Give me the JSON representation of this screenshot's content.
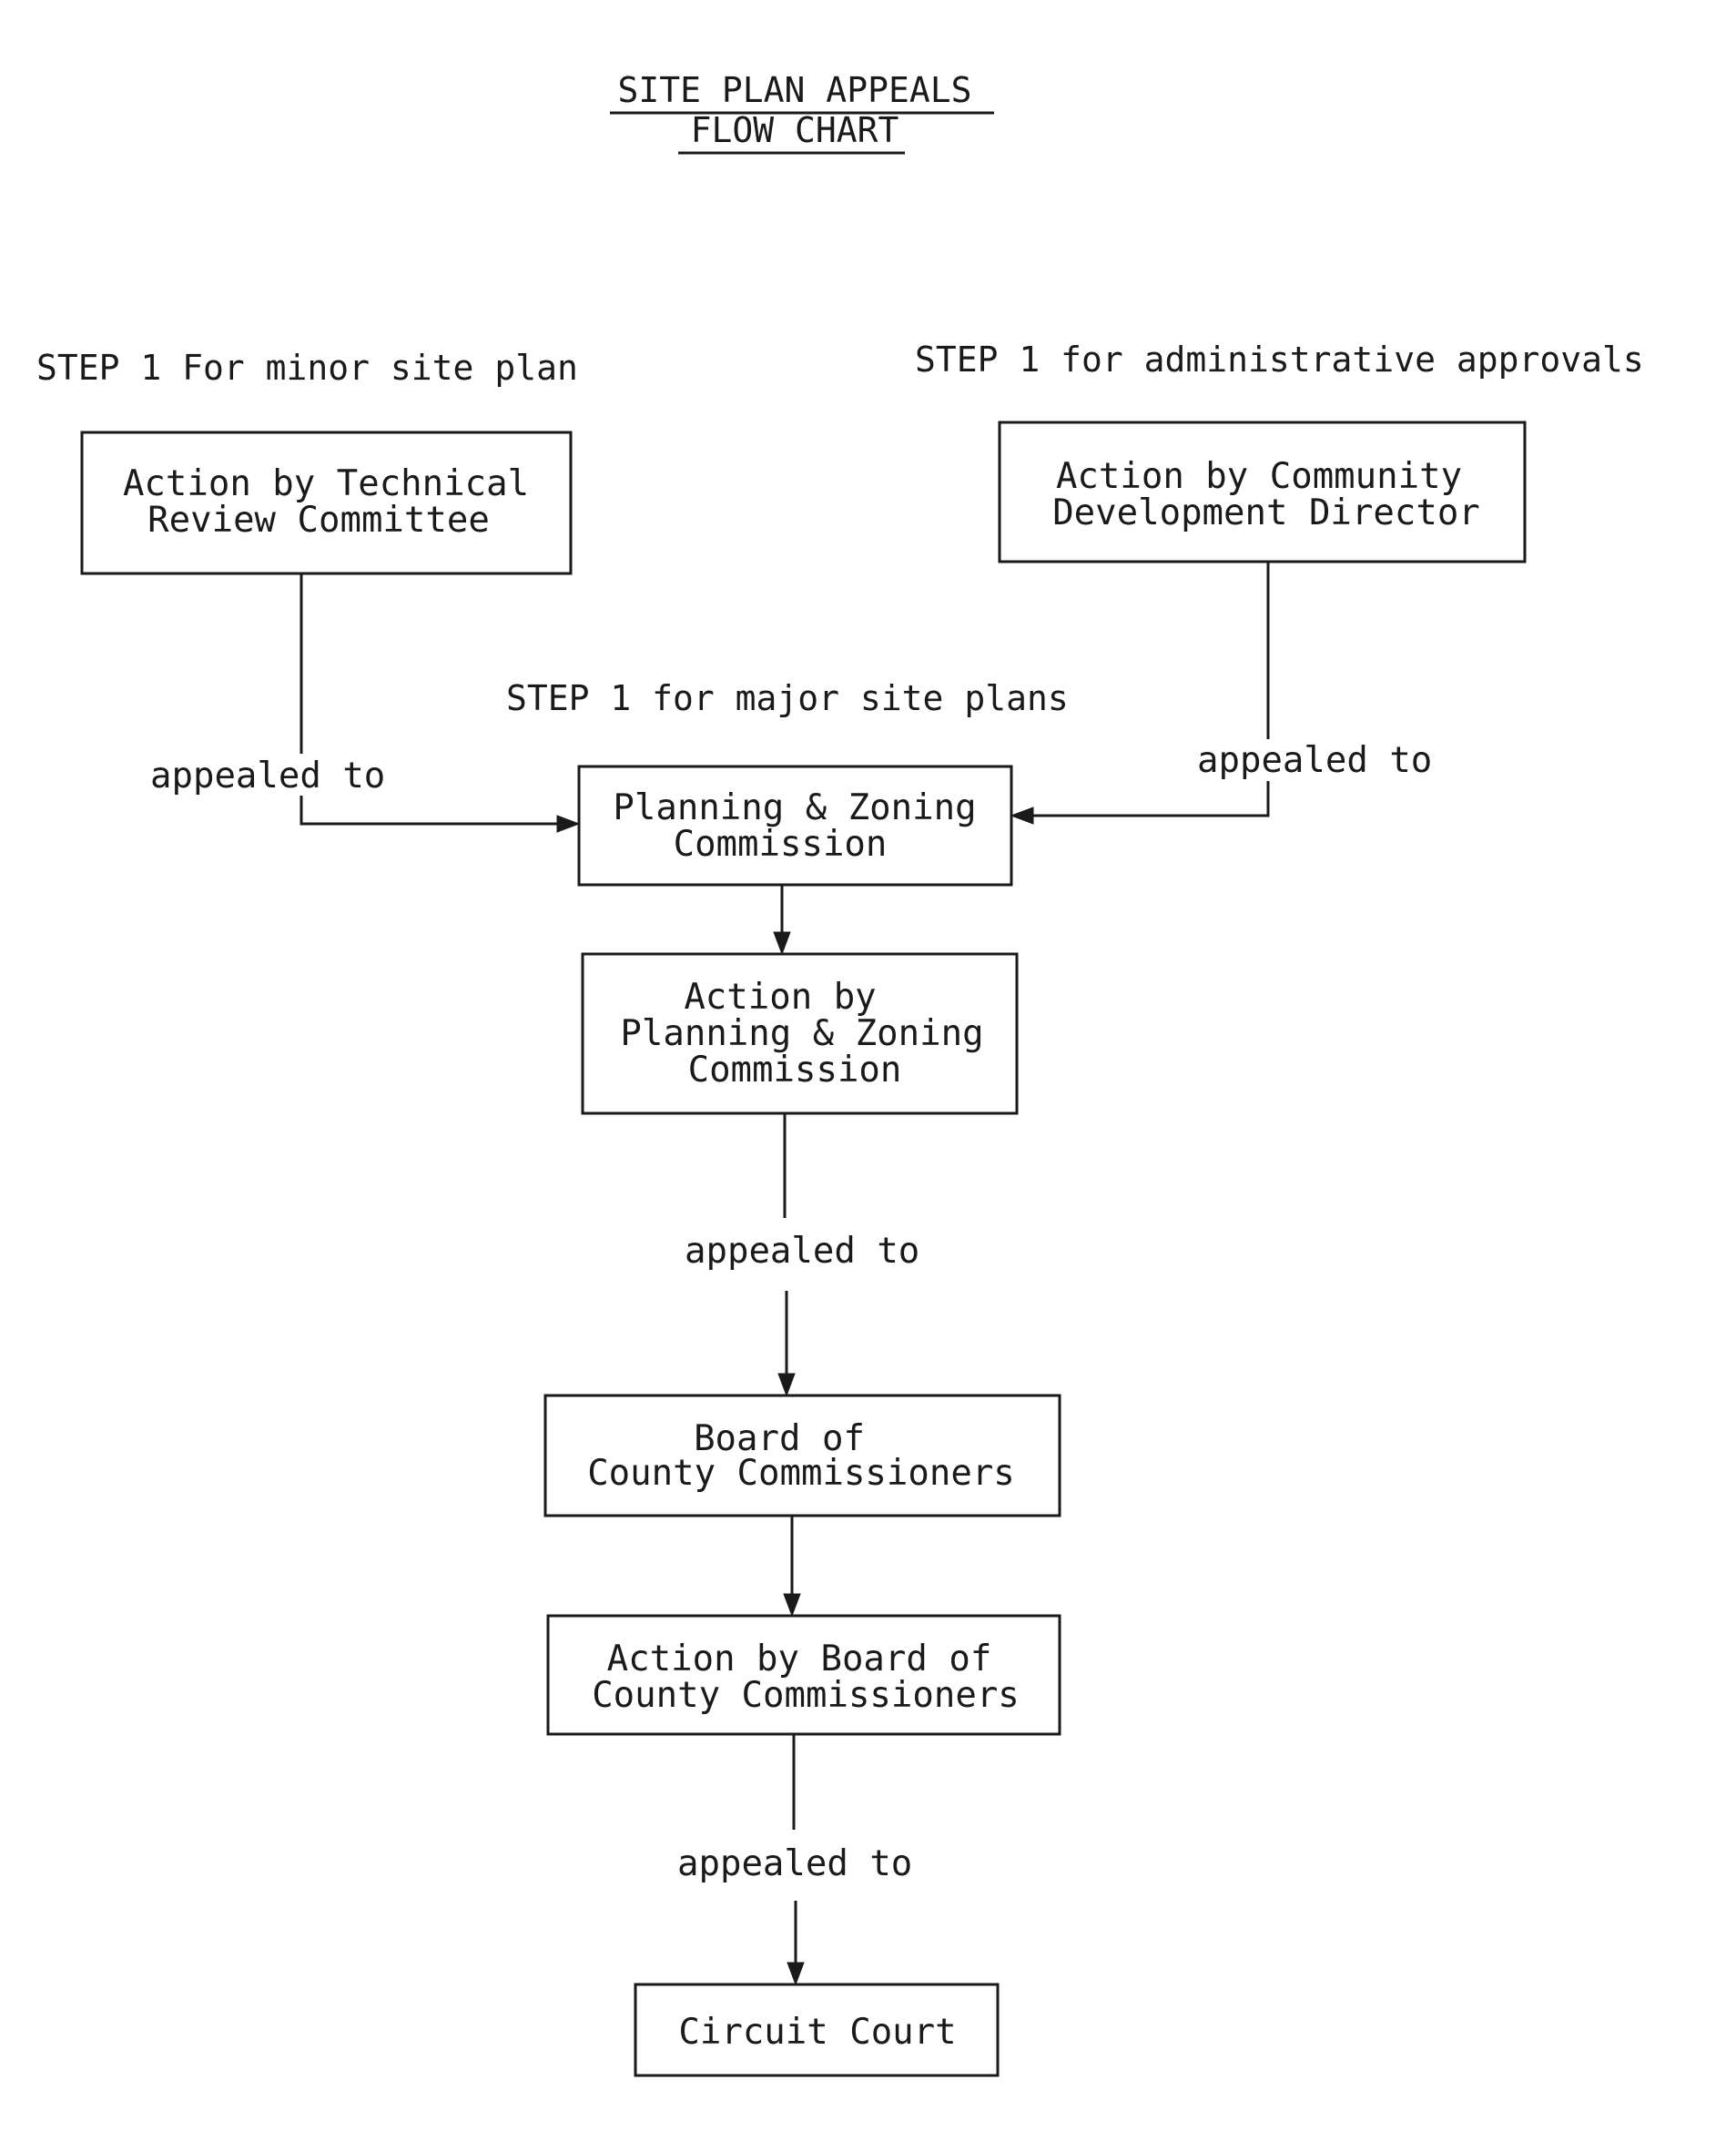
{
  "title": [
    "SITE PLAN APPEALS",
    "FLOW CHART"
  ],
  "steps": {
    "minor": "STEP 1 For minor site plan",
    "admin": "STEP 1 for administrative approvals",
    "major": "STEP 1 for major site plans"
  },
  "boxes": {
    "technical_review": [
      "Action by Technical",
      "Review Committee"
    ],
    "community_director": [
      "Action by Community",
      "Development Director"
    ],
    "pz_commission": [
      "Planning & Zoning",
      "Commission"
    ],
    "pz_action": [
      "Action by",
      "Planning & Zoning",
      "Commission"
    ],
    "board": [
      "Board of",
      "County Commissioners"
    ],
    "board_action": [
      "Action by Board of",
      "County Commissioners"
    ],
    "circuit_court": [
      "Circuit Court"
    ]
  },
  "edge_labels": {
    "left": "appealed to",
    "right": "appealed to",
    "middle": "appealed to",
    "bottom": "appealed to"
  }
}
